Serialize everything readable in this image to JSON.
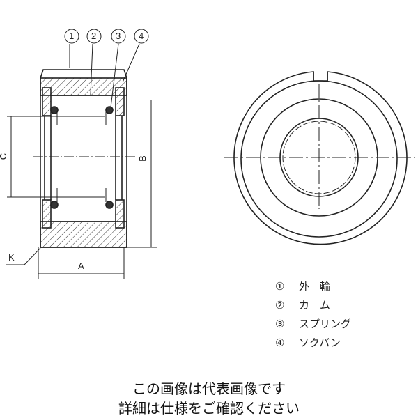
{
  "balloons": [
    "1",
    "2",
    "3",
    "4"
  ],
  "dimensions": {
    "a": "A",
    "b": "B",
    "c": "C",
    "k": "K"
  },
  "legend": [
    {
      "num": "①",
      "label": "外　輪"
    },
    {
      "num": "②",
      "label": "カ　ム"
    },
    {
      "num": "③",
      "label": "スプリング"
    },
    {
      "num": "④",
      "label": "ソクバン"
    }
  ],
  "caption": {
    "line1": "この画像は代表画像です",
    "line2": "詳細は仕様をご確認ください"
  }
}
